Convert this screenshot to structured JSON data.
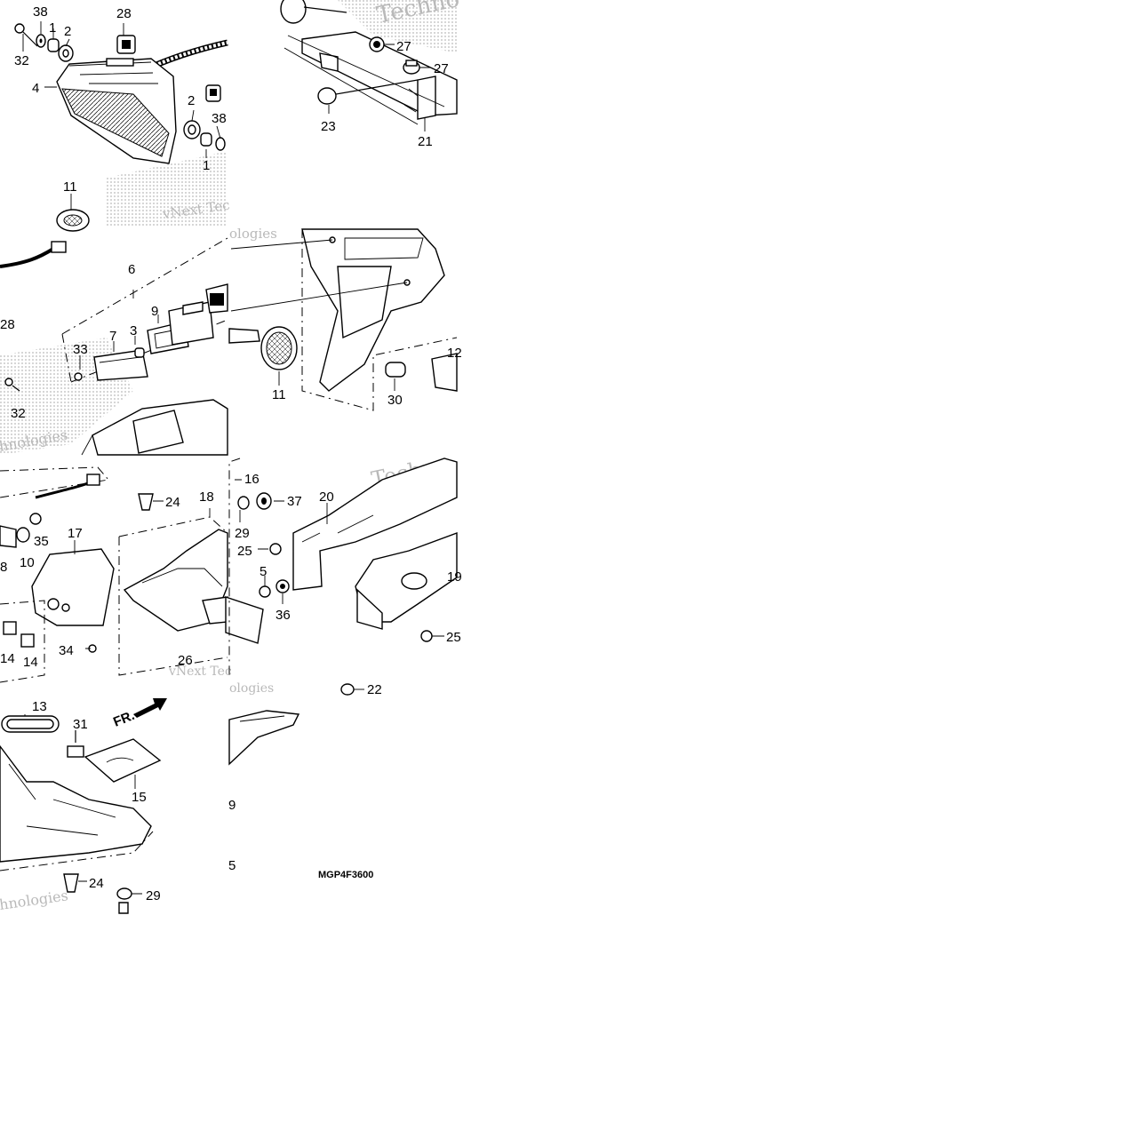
{
  "diagram": {
    "drawing_code": "MGP4F3600",
    "direction_label": "FR.",
    "watermark_texts": [
      "vNext Tec",
      "Techno",
      "hnologies",
      "Techn",
      "logies",
      "ologies",
      "Tec",
      "ext"
    ]
  },
  "callouts": {
    "p1": "1",
    "p2": "2",
    "p3": "3",
    "p4": "4",
    "p5": "5",
    "p6": "6",
    "p7": "7",
    "p8": "8",
    "p9": "9",
    "p10": "10",
    "p11": "11",
    "p12": "12",
    "p13": "13",
    "p14": "14",
    "p15": "15",
    "p16": "16",
    "p17": "17",
    "p18": "18",
    "p19": "19",
    "p20": "20",
    "p21": "21",
    "p22": "22",
    "p23": "23",
    "p24": "24",
    "p25": "25",
    "p26": "26",
    "p27": "27",
    "p28": "28",
    "p29": "29",
    "p30": "30",
    "p31": "31",
    "p32": "32",
    "p33": "33",
    "p34": "34",
    "p35": "35",
    "p36": "36",
    "p37": "37",
    "p38": "38",
    "p28_partial": "28",
    "p5_partial": "5",
    "p9_partial": "9"
  }
}
